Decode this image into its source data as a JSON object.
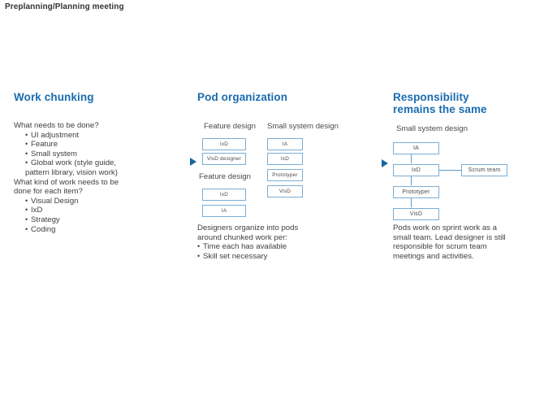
{
  "slide": {
    "title": "Preplanning/Planning meeting",
    "accent_color": "#1a6cb0",
    "box_border_color": "#7aadd4",
    "arrow_color": "#16669e",
    "body_text_color": "#3f3f3f",
    "background_color": "#ffffff"
  },
  "columns": {
    "work_chunking": {
      "heading": "Work chunking",
      "question_1": "What needs to be done?",
      "bullets_1": [
        "UI adjustment",
        "Feature",
        "Small system",
        "Global work (style guide,"
      ],
      "bullets_1_continuation": "pattern library, vision work)",
      "question_2_line1": "What kind of work needs to be",
      "question_2_line2": "done for each item?",
      "bullets_2": [
        "Visual Design",
        "IxD",
        "Strategy",
        "Coding"
      ]
    },
    "pod_organization": {
      "heading": "Pod organization",
      "groups": [
        {
          "label": "Feature design",
          "nodes": [
            "IxD",
            "VisD designer"
          ]
        },
        {
          "label": "Small system design",
          "nodes": [
            "IA",
            "IxD",
            "Prototyper",
            "VisD"
          ]
        },
        {
          "label": "Feature design",
          "nodes": [
            "IxD",
            "IA"
          ]
        }
      ],
      "note_line1": "Designers organize into pods",
      "note_line2": "around chunked work per:",
      "note_bullets": [
        "Time each has available",
        "Skill set necessary"
      ]
    },
    "responsibility": {
      "heading_line1": "Responsibility",
      "heading_line2": "remains the same",
      "group_label": "Small system design",
      "nodes": [
        "IA",
        "IxD",
        "Prototyper",
        "VisD"
      ],
      "side_node": "Scrum team",
      "note_lines": [
        "Pods work on sprint work as a",
        "small team. Lead designer is still",
        "responsible for scrum team",
        "meetings and activities."
      ]
    }
  },
  "arrows": [
    {
      "name": "work-to-pod",
      "direction": "right"
    },
    {
      "name": "pod-to-responsibility",
      "direction": "right"
    }
  ]
}
